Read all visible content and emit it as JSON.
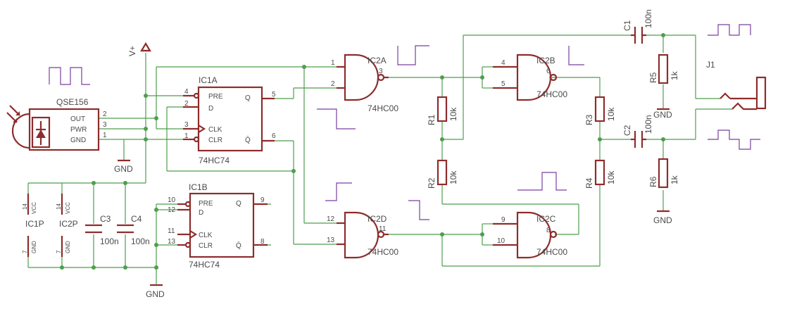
{
  "components": {
    "qse156": {
      "name": "QSE156",
      "pins": [
        "OUT",
        "PWR",
        "GND"
      ],
      "pin_numbers": [
        "2",
        "3",
        "1"
      ]
    },
    "ic1a": {
      "name": "IC1A",
      "value": "74HC74",
      "pins": [
        "PRE",
        "D",
        "CLK",
        "CLR",
        "Q",
        "Q̄"
      ],
      "pin_numbers": [
        "4",
        "2",
        "3",
        "1",
        "5",
        "6"
      ]
    },
    "ic1b": {
      "name": "IC1B",
      "value": "74HC74",
      "pins": [
        "PRE",
        "D",
        "CLK",
        "CLR",
        "Q",
        "Q̄"
      ],
      "pin_numbers": [
        "10",
        "12",
        "11",
        "13",
        "9",
        "8"
      ]
    },
    "ic2a": {
      "name": "IC2A",
      "value": "74HC00",
      "pin_numbers": [
        "1",
        "2",
        "3"
      ]
    },
    "ic2b": {
      "name": "IC2B",
      "value": "74HC00",
      "pin_numbers": [
        "4",
        "5",
        "6"
      ]
    },
    "ic2c": {
      "name": "IC2C",
      "value": "74HC00",
      "pin_numbers": [
        "9",
        "10",
        "8"
      ]
    },
    "ic2d": {
      "name": "IC2D",
      "value": "74HC00",
      "pin_numbers": [
        "12",
        "13",
        "11"
      ]
    },
    "ic1p": {
      "name": "IC1P",
      "pins": [
        "VCC",
        "GND"
      ],
      "pin_numbers": [
        "14",
        "7"
      ]
    },
    "ic2p": {
      "name": "IC2P",
      "pins": [
        "VCC",
        "GND"
      ],
      "pin_numbers": [
        "14",
        "7"
      ]
    },
    "c1": {
      "name": "C1",
      "value": "100n"
    },
    "c2": {
      "name": "C2",
      "value": "100n"
    },
    "c3": {
      "name": "C3",
      "value": "100n"
    },
    "c4": {
      "name": "C4",
      "value": "100n"
    },
    "r1": {
      "name": "R1",
      "value": "10k"
    },
    "r2": {
      "name": "R2",
      "value": "10k"
    },
    "r3": {
      "name": "R3",
      "value": "10k"
    },
    "r4": {
      "name": "R4",
      "value": "10k"
    },
    "r5": {
      "name": "R5",
      "value": "1k"
    },
    "r6": {
      "name": "R6",
      "value": "1k"
    },
    "j1": {
      "name": "J1"
    }
  },
  "supply": {
    "vplus": "V+",
    "gnd": "GND"
  },
  "colors": {
    "wire": "#4e9e4e",
    "symbol": "#8e2c2c",
    "signal": "#7a3f9e",
    "text": "#4a4a4a"
  }
}
